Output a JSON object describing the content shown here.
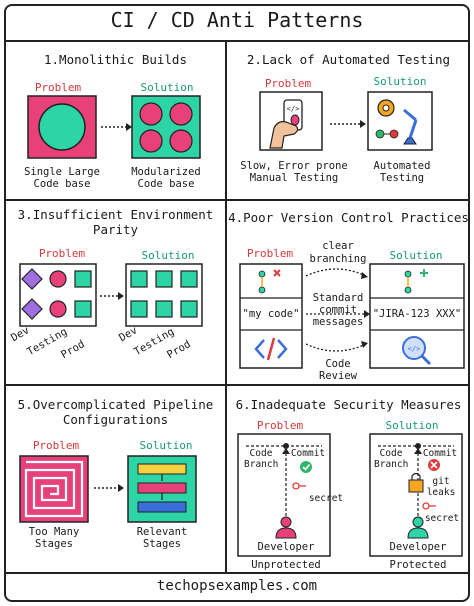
{
  "title": "CI / CD Anti Patterns",
  "site": "techopsexamples.com",
  "colors": {
    "pink": "#e8417a",
    "teal": "#2dd4a5",
    "purple": "#a06ee0",
    "green": "#2fb66a",
    "red": "#e03c3c",
    "problem": "#d63a3a",
    "solution": "#1a9a78"
  },
  "s1": {
    "title": "1.Monolithic Builds",
    "problem": "Problem",
    "solution": "Solution",
    "left_caption": [
      "Single Large",
      "Code base"
    ],
    "right_caption": [
      "Modularized",
      "Code base"
    ]
  },
  "s2": {
    "title": "2.Lack of Automated Testing",
    "problem": "Problem",
    "solution": "Solution",
    "left_caption": [
      "Slow, Error prone",
      "Manual Testing"
    ],
    "right_caption": [
      "Automated",
      "Testing"
    ]
  },
  "s3": {
    "title": [
      "3.Insufficient Environment",
      "Parity"
    ],
    "problem": "Problem",
    "solution": "Solution",
    "envs": [
      "Dev",
      "Testing",
      "Prod"
    ]
  },
  "s4": {
    "title": "4.Poor Version Control Practices",
    "problem": "Problem",
    "solution": "Solution",
    "top_label": [
      "clear",
      "branching"
    ],
    "mid_label": [
      "Standard",
      "commit",
      "messages"
    ],
    "bottom_label": [
      "Code",
      "Review"
    ],
    "bad_commit": "\"my code\"",
    "good_commit": "\"JIRA-123 XXX\""
  },
  "s5": {
    "title": [
      "5.Overcomplicated Pipeline",
      "Configurations"
    ],
    "problem": "Problem",
    "solution": "Solution",
    "left_caption": [
      "Too Many",
      "Stages"
    ],
    "right_caption": [
      "Relevant",
      "Stages"
    ]
  },
  "s6": {
    "title": "6.Inadequate Security Measures",
    "problem": "Problem",
    "solution": "Solution",
    "code_branch": [
      "Code",
      "Branch"
    ],
    "commit": "Commit",
    "secret": "secret",
    "git_leaks": [
      "git",
      "leaks"
    ],
    "developer": "Developer",
    "left_caption": "Unprotected",
    "right_caption": "Protected"
  }
}
